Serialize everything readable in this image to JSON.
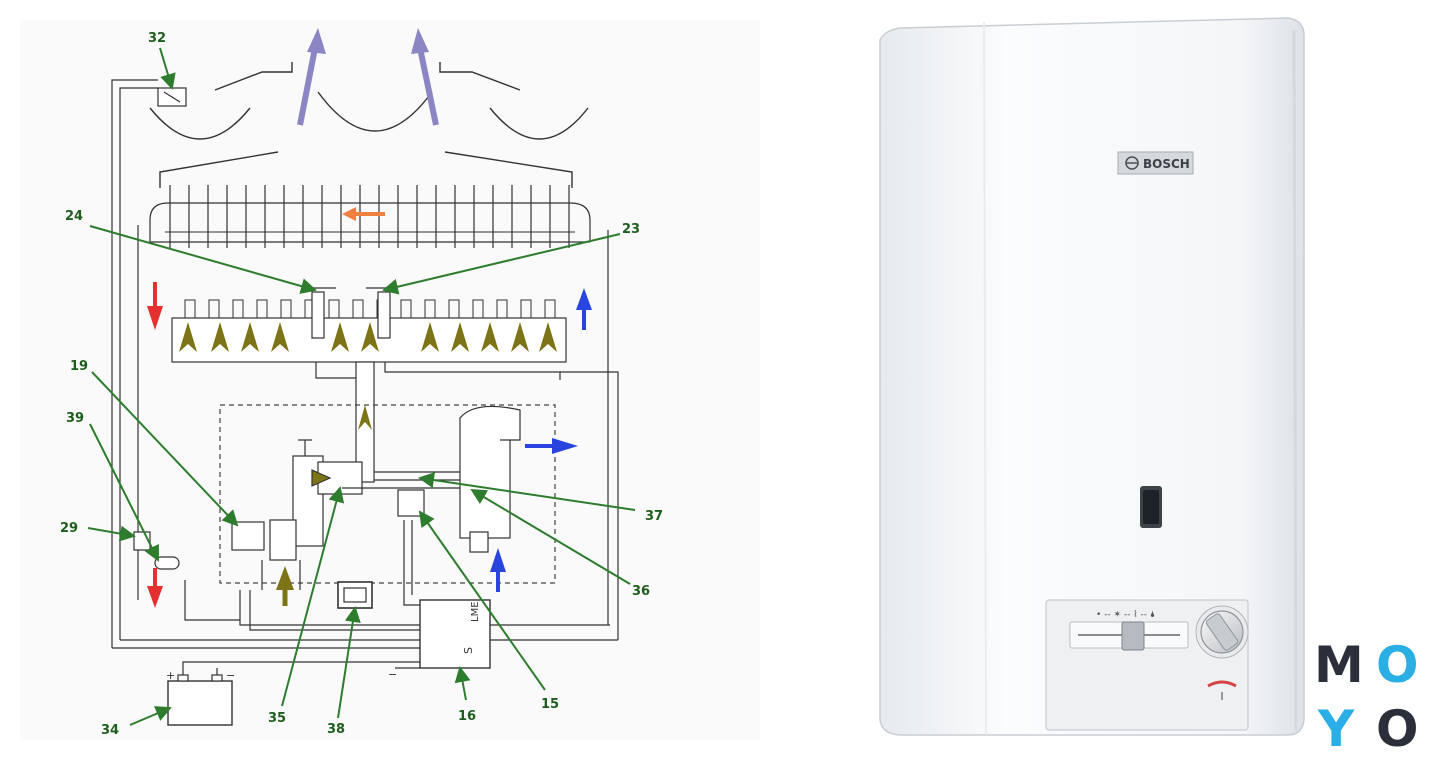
{
  "callouts": {
    "c32": "32",
    "c24": "24",
    "c23": "23",
    "c19": "19",
    "c39": "39",
    "c29": "29",
    "c37": "37",
    "c36": "36",
    "c34": "34",
    "c35": "35",
    "c38": "38",
    "c16": "16",
    "c15": "15"
  },
  "heater": {
    "brand": "BOSCH",
    "scale_markings": "• -- ✶ -- ⌇ -- 🌢"
  },
  "control_box_text": {
    "left": "LME",
    "bottom": "S"
  },
  "battery_terminals": {
    "plus": "+",
    "minus": "−"
  },
  "logo": {
    "letters": [
      "M",
      "O",
      "Y",
      "O"
    ]
  },
  "colors": {
    "callout": "#2e7d2e",
    "hot_arrow": "#e53030",
    "cold_arrow": "#2a44e0",
    "gas_arrow": "#7d7418",
    "exhaust_arrow": "#8a86c4",
    "orange_arrow": "#f08040",
    "logo_dark": "#2b2f3a",
    "logo_light": "#29aee6"
  }
}
